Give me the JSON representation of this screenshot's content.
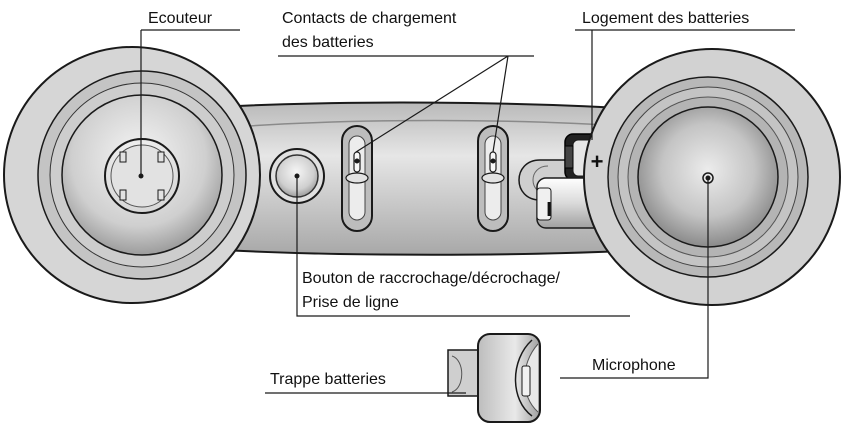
{
  "labels": {
    "ecouteur": "Ecouteur",
    "contacts_line1": "Contacts de chargement",
    "contacts_line2": "des batteries",
    "logement": "Logement des batteries",
    "bouton_line1": "Bouton de raccrochage/décrochage/",
    "bouton_line2": "Prise de ligne",
    "microphone": "Microphone",
    "trappe": "Trappe batteries"
  },
  "battery_symbols": {
    "plus": "+",
    "minus": "I"
  },
  "colors": {
    "body_fill": "#d4d4d4",
    "body_dark": "#9a9a9a",
    "outline": "#1a1a1a",
    "battery_black": "#222222",
    "battery_silver": "#e6e6e6"
  }
}
